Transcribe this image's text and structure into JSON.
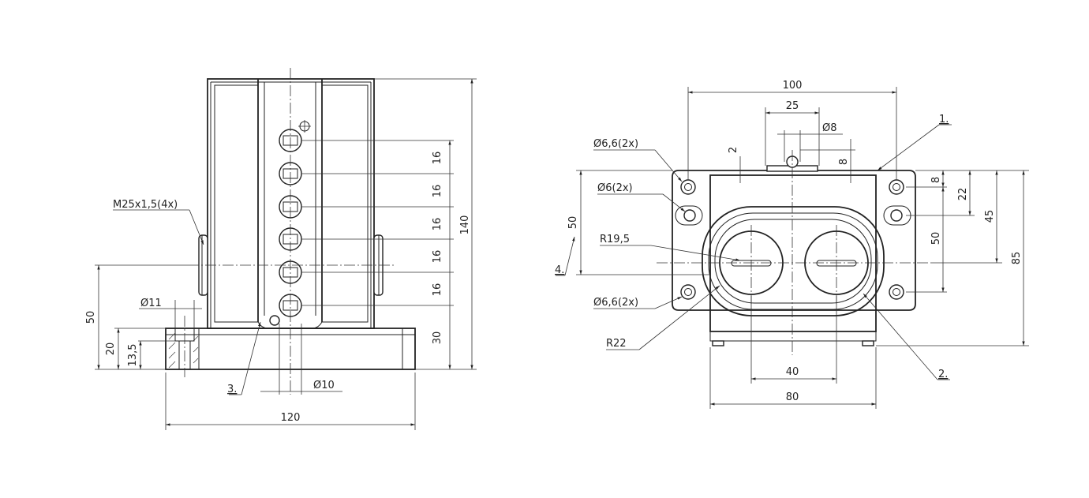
{
  "drawing": {
    "front_view": {
      "callouts": {
        "thread": "M25x1,5(4x)",
        "hole_d11": "Ø11",
        "hole_d10": "Ø10",
        "item3": "3."
      },
      "dimensions": {
        "height_total": "140",
        "height_50": "50",
        "height_20": "20",
        "height_13_5": "13,5",
        "width_120": "120",
        "pitch": [
          "16",
          "16",
          "16",
          "16",
          "16"
        ],
        "bottom_30": "30"
      }
    },
    "top_view": {
      "callouts": {
        "mount_holes_top": "Ø6,6(2x)",
        "slot_holes": "Ø6(2x)",
        "mount_holes_bottom": "Ø6,6(2x)",
        "radius_inner": "R19,5",
        "radius_outer": "R22",
        "pin_d8": "Ø8",
        "item1": "1.",
        "item2": "2.",
        "item4": "4."
      },
      "dimensions": {
        "width_100": "100",
        "width_25": "25",
        "width_40": "40",
        "width_80": "80",
        "left_50": "50",
        "top_2": "2",
        "top_8": "8",
        "right_8": "8",
        "right_22": "22",
        "right_45": "45",
        "right_50": "50",
        "right_85": "85"
      }
    }
  }
}
